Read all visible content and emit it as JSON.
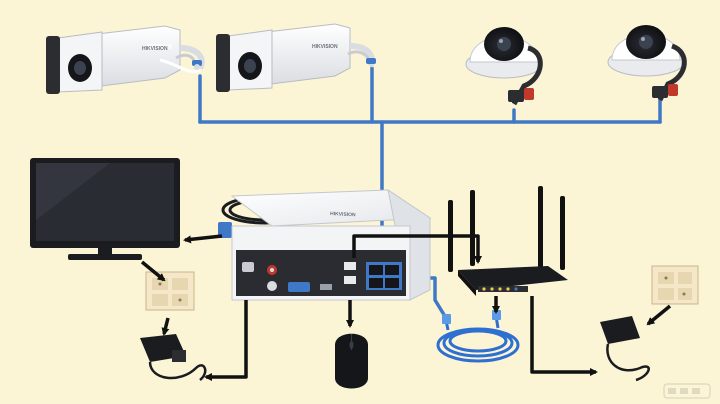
{
  "scene": {
    "background": "#fbf5d6",
    "colors": {
      "ethernet_blue": "#3f78c6",
      "arrow_black": "#111111",
      "device_white": "#f2f3f5",
      "dark_plastic": "#2b2d31"
    }
  },
  "devices": {
    "bullet_camera_1": {
      "icon": "bullet-camera-icon",
      "brand": "HIKVISION"
    },
    "bullet_camera_2": {
      "icon": "bullet-camera-icon",
      "brand": "HIKVISION"
    },
    "dome_camera_1": {
      "icon": "dome-camera-icon"
    },
    "dome_camera_2": {
      "icon": "dome-camera-icon"
    },
    "monitor": {
      "icon": "monitor-icon"
    },
    "nvr": {
      "icon": "nvr-icon",
      "brand": "HIKVISION"
    },
    "router": {
      "icon": "wifi-router-icon"
    },
    "mouse": {
      "icon": "mouse-icon"
    },
    "patch_cable": {
      "icon": "ethernet-cable-icon"
    },
    "vga_cable": {
      "icon": "vga-cable-icon"
    },
    "power_adapter_left": {
      "icon": "power-adapter-icon"
    },
    "power_adapter_right": {
      "icon": "power-adapter-icon"
    },
    "wall_outlet_left": {
      "icon": "wall-socket-icon"
    },
    "wall_outlet_right": {
      "icon": "wall-socket-icon"
    }
  },
  "watermark": {
    "icon": "watermark-logo-icon"
  }
}
